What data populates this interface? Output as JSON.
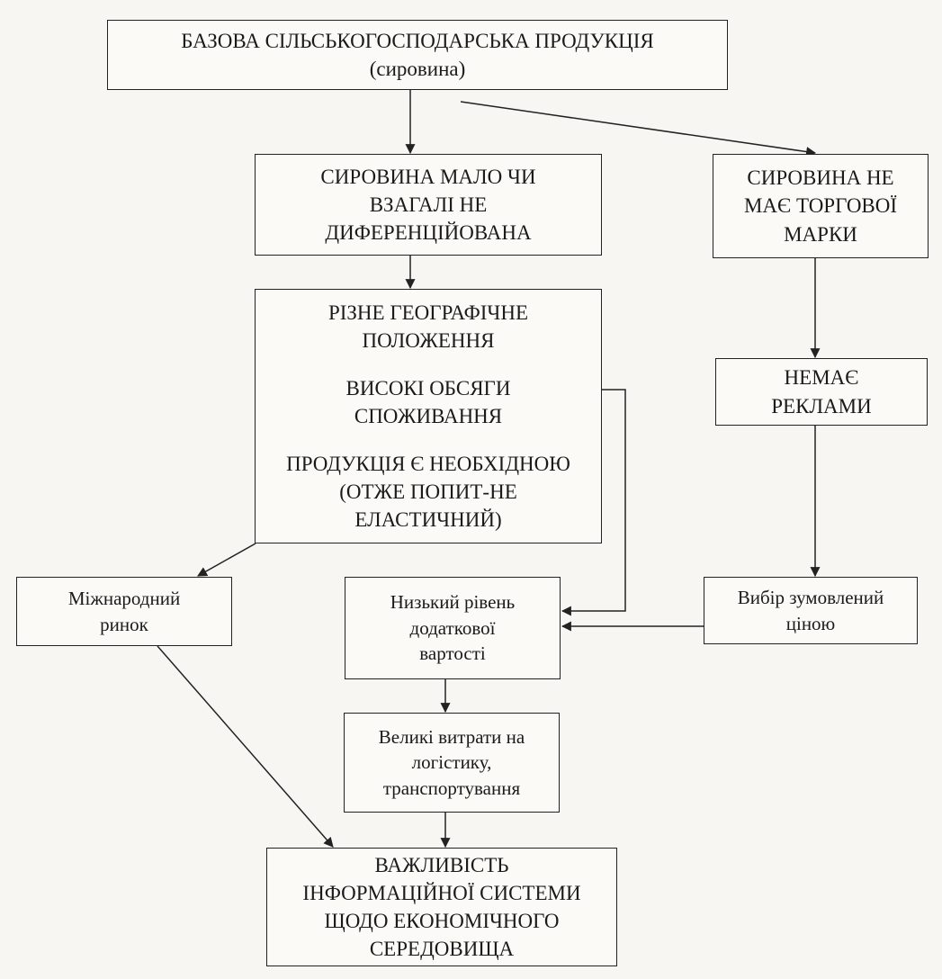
{
  "nodes": {
    "base": {
      "lines": [
        "БАЗОВА СІЛЬСЬКОГОСПОДАРСЬКА ПРОДУКЦІЯ",
        "(сировина)"
      ]
    },
    "undifferentiated": {
      "lines": [
        "СИРОВИНА МАЛО ЧИ",
        "ВЗАГАЛІ НЕ",
        "ДИФЕРЕНЦІЙОВАНА"
      ]
    },
    "no_brand": {
      "lines": [
        "СИРОВИНА НЕ",
        "МАЄ ТОРГОВОЇ",
        "МАРКИ"
      ]
    },
    "factors": {
      "line1": [
        "РІЗНЕ ГЕОГРАФІЧНЕ",
        "ПОЛОЖЕННЯ"
      ],
      "line2": [
        "ВИСОКІ ОБСЯГИ",
        "СПОЖИВАННЯ"
      ],
      "line3": [
        "ПРОДУКЦІЯ Є НЕОБХІДНОЮ",
        "(ОТЖЕ ПОПИТ-НЕ",
        "ЕЛАСТИЧНИЙ)"
      ]
    },
    "no_ads": {
      "lines": [
        "НЕМАЄ",
        "РЕКЛАМИ"
      ]
    },
    "intl_market": {
      "lines": [
        "Міжнародний",
        "ринок"
      ]
    },
    "low_value": {
      "lines": [
        "Низький рівень",
        "додаткової",
        "вартості"
      ]
    },
    "price_choice": {
      "lines": [
        "Вибір зумовлений",
        "ціною"
      ]
    },
    "logistics": {
      "lines": [
        "Великі витрати на",
        "логістику,",
        "транспортування"
      ]
    },
    "info_system": {
      "lines": [
        "ВАЖЛИВІСТЬ",
        "ІНФОРМАЦІЙНОЇ СИСТЕМИ",
        "ЩОДО ЕКОНОМІЧНОГО",
        "СЕРЕДОВИЩА"
      ]
    }
  }
}
